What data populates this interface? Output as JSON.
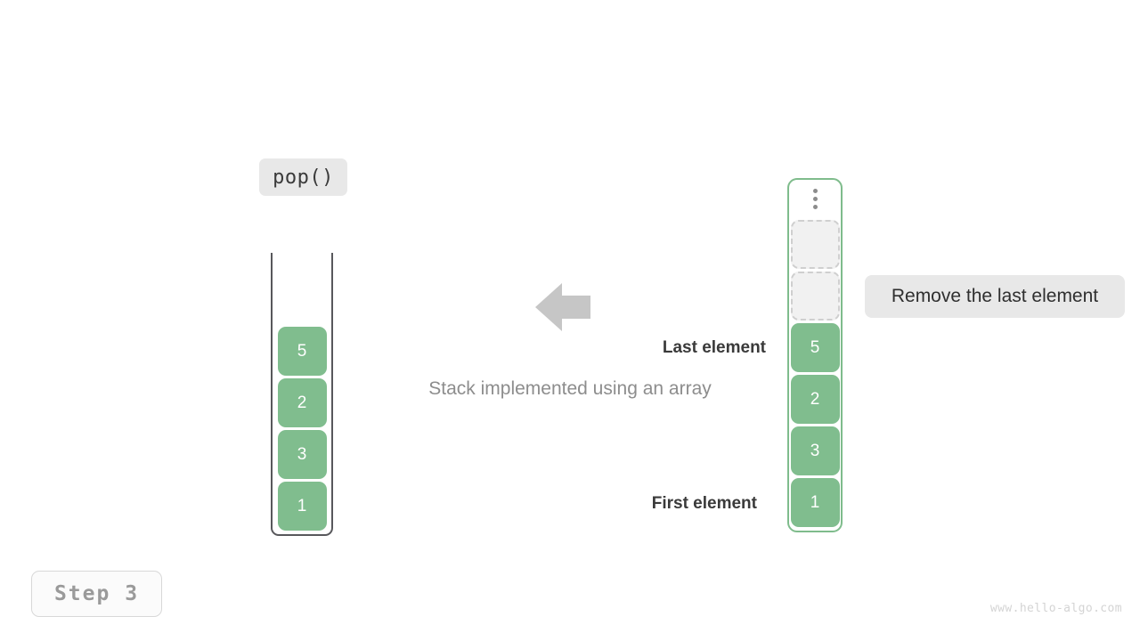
{
  "operation": {
    "label": "pop()"
  },
  "caption": {
    "text": "Stack implemented using an array"
  },
  "annotation": {
    "text": "Remove the last element"
  },
  "step": {
    "label": "Step 3"
  },
  "watermark": {
    "text": "www.hello-algo.com"
  },
  "arrow": {
    "direction": "left",
    "color": "#c6c6c6"
  },
  "labels": {
    "last_element": "Last element",
    "first_element": "First element"
  },
  "colors": {
    "element_fill": "#80bd8e",
    "element_text": "#ffffff",
    "array_border": "#7fbc8c",
    "stack_border": "#58585c",
    "empty_slot_fill": "#f1f1f1",
    "empty_slot_border": "#cfcfcf",
    "chip_background": "#e8e8e8"
  },
  "stack": {
    "name": "stack",
    "open_top": true,
    "elements": [
      {
        "value": "5",
        "state": "filled"
      },
      {
        "value": "2",
        "state": "filled"
      },
      {
        "value": "3",
        "state": "filled"
      },
      {
        "value": "1",
        "state": "filled"
      }
    ]
  },
  "array": {
    "name": "array",
    "ellipsis": "...",
    "slots": [
      {
        "value": "",
        "state": "empty"
      },
      {
        "value": "",
        "state": "empty"
      },
      {
        "value": "5",
        "state": "filled"
      },
      {
        "value": "2",
        "state": "filled"
      },
      {
        "value": "3",
        "state": "filled"
      },
      {
        "value": "1",
        "state": "filled"
      }
    ]
  }
}
